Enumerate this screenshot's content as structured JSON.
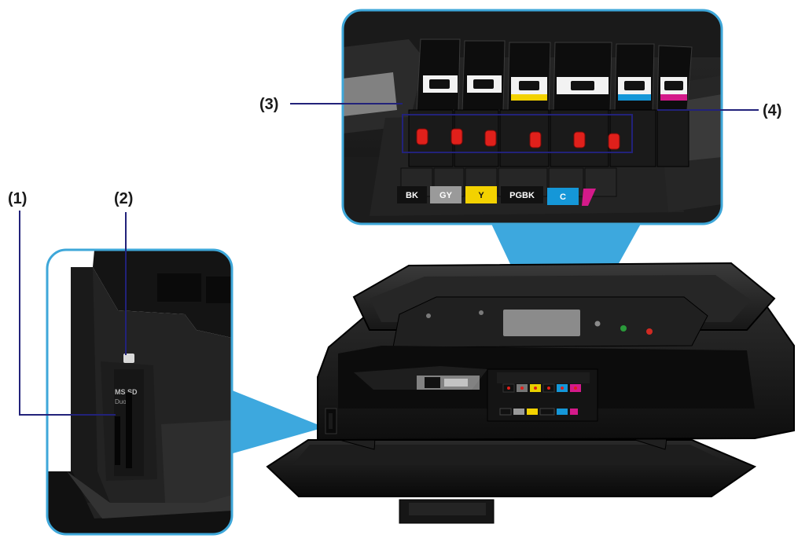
{
  "callouts": {
    "c1": "(1)",
    "c2": "(2)",
    "c3": "(3)",
    "c4": "(4)"
  },
  "slot_labels": {
    "ms_sd": "MS SD",
    "duo": "Duo"
  },
  "ink_labels": [
    {
      "text": "BK",
      "bg": "#111111",
      "fg": "#ffffff"
    },
    {
      "text": "GY",
      "bg": "#9a9a9a",
      "fg": "#ffffff"
    },
    {
      "text": "Y",
      "bg": "#f3d200",
      "fg": "#111111"
    },
    {
      "text": "PGBK",
      "bg": "#111111",
      "fg": "#ffffff"
    },
    {
      "text": "C",
      "bg": "#1597d8",
      "fg": "#ffffff"
    }
  ],
  "colors": {
    "zoom_border": "#3ea7d9",
    "zoom_fill": "#33a3dc",
    "callout_line": "#22227a",
    "lamp": "#e0201b",
    "printer_body": "#1b1b1b"
  }
}
